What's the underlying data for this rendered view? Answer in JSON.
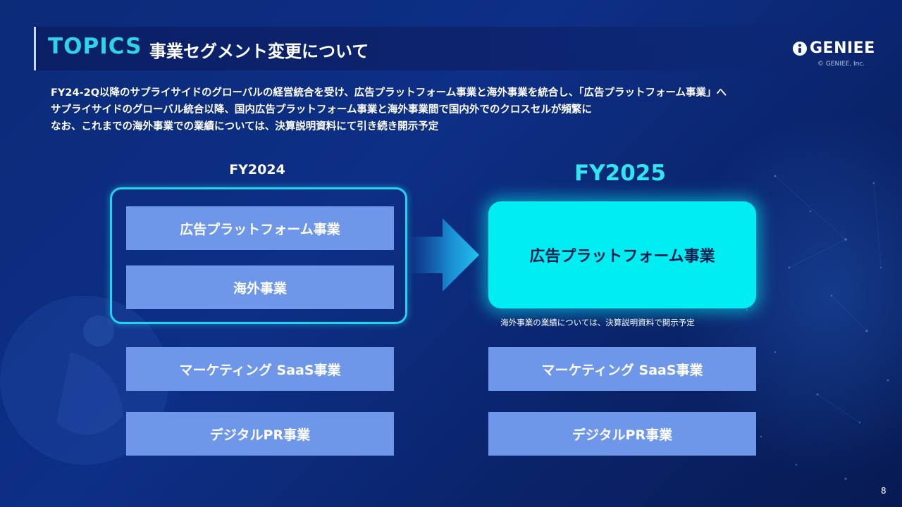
{
  "header": {
    "topics_label": "TOPICS",
    "title": "事業セグメント変更について"
  },
  "logo": {
    "name": "GENIEE",
    "copyright": "© GENIEE, Inc."
  },
  "description": {
    "line1": "FY24-2Q以降のサプライサイドのグローバルの経営統合を受け、広告プラットフォーム事業と海外事業を統合し、「広告プラットフォーム事業」へ",
    "line2": "サプライサイドのグローバル統合以降、国内広告プラットフォーム事業と海外事業間で国内外でのクロスセルが頻繁に",
    "line3": "なお、これまでの海外事業での業績については、決算説明資料にて引き続き開示予定"
  },
  "fy2024": {
    "label": "FY2024",
    "segments": [
      "広告プラットフォーム事業",
      "海外事業",
      "マーケティング SaaS事業",
      "デジタルPR事業"
    ]
  },
  "fy2025": {
    "label": "FY2025",
    "merged_segment": "広告プラットフォーム事業",
    "note": "海外事業の業績については、決算説明資料で開示予定",
    "segments": [
      "マーケティング SaaS事業",
      "デジタルPR事業"
    ]
  },
  "colors": {
    "accent_cyan": "#2fd3e6",
    "highlight": "#00eef2",
    "segment_fill": "#6e97ea",
    "background": "#0d2f86"
  },
  "page_number": "8"
}
